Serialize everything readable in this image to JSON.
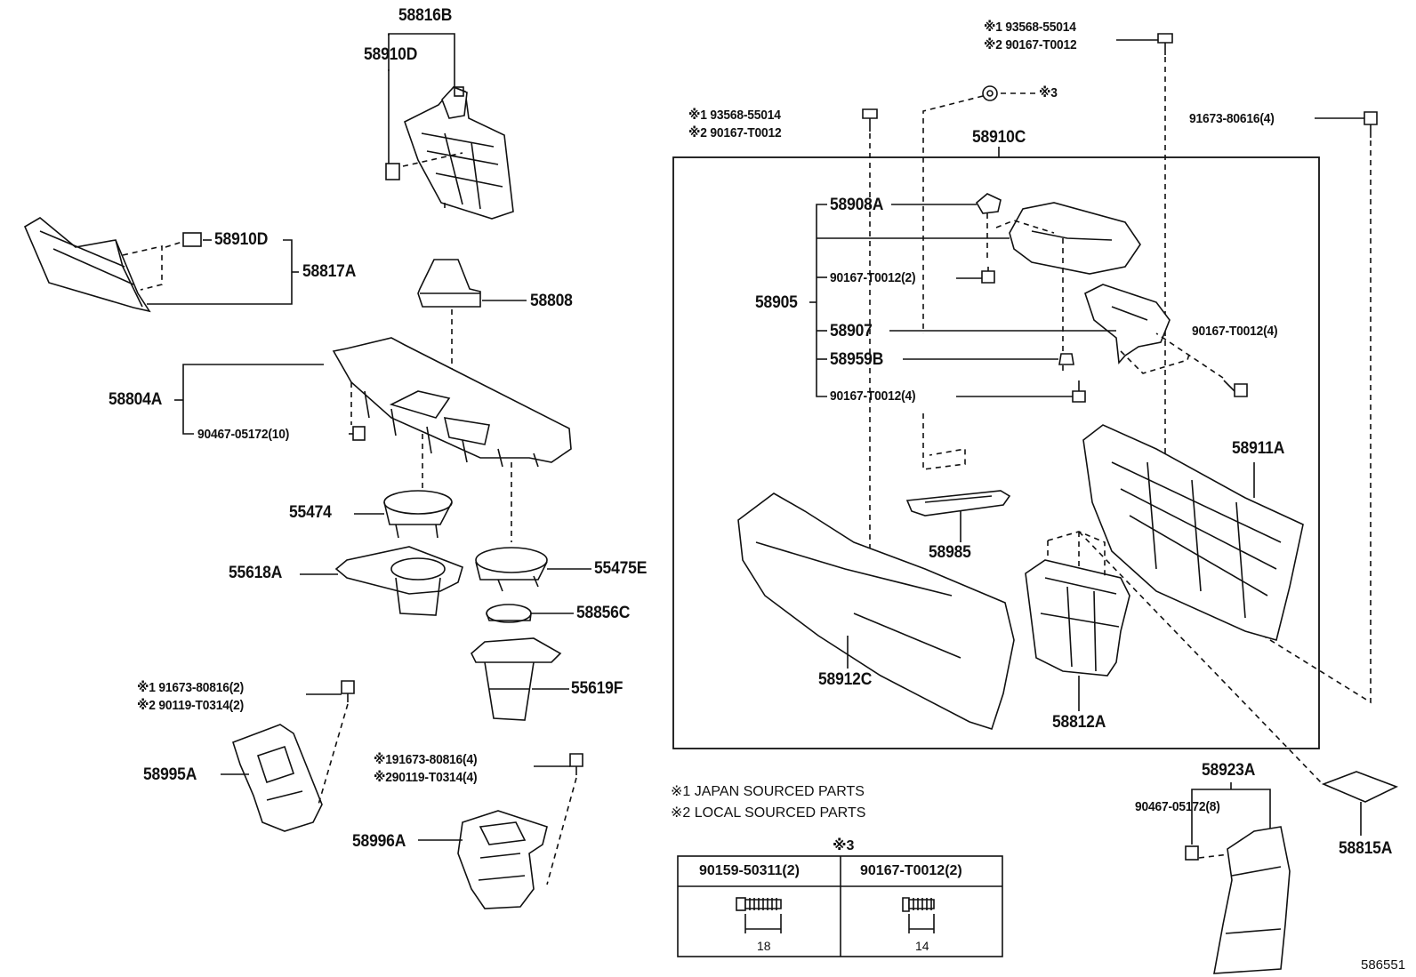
{
  "parts": {
    "p58816B": "58816B",
    "p58910D_top": "58910D",
    "p58910D_left": "58910D",
    "p58817A": "58817A",
    "p58808": "58808",
    "p58804A": "58804A",
    "p90467_10": "90467-05172(10)",
    "p55474": "55474",
    "p55618A": "55618A",
    "p55475E": "55475E",
    "p58856C": "58856C",
    "p55619F": "55619F",
    "p58995A": "58995A",
    "p58996A": "58996A",
    "p58910C": "58910C",
    "p58908A": "58908A",
    "p58905": "58905",
    "p90167_2": "90167-T0012(2)",
    "p58907": "58907",
    "p58959B": "58959B",
    "p90167_4a": "90167-T0012(4)",
    "p90167_4b": "90167-T0012(4)",
    "p58985": "58985",
    "p58911A": "58911A",
    "p58912C": "58912C",
    "p58812A": "58812A",
    "p58923A": "58923A",
    "p90467_8": "90467-05172(8)",
    "p58815A": "58815A",
    "p91673_4": "91673-80616(4)"
  },
  "refs": {
    "top_a": "※1 93568-55014",
    "top_b": "※2 90167-T0012",
    "mid_a": "※1 93568-55014",
    "mid_b": "※2 90167-T0012",
    "lower_a": "※1  91673-80816(2)",
    "lower_b": "※2  90119-T0314(2)",
    "bot_a": "※191673-80816(4)",
    "bot_b": "※290119-T0314(4)",
    "mark3": "※3"
  },
  "legend": {
    "note1": "※1 JAPAN SOURCED PARTS",
    "note2": "※2 LOCAL SOURCED PARTS"
  },
  "table": {
    "title": "※3",
    "col1": "90159-50311(2)",
    "col2": "90167-T0012(2)",
    "dim1": "18",
    "dim2": "14"
  },
  "diagram_code": "586551"
}
